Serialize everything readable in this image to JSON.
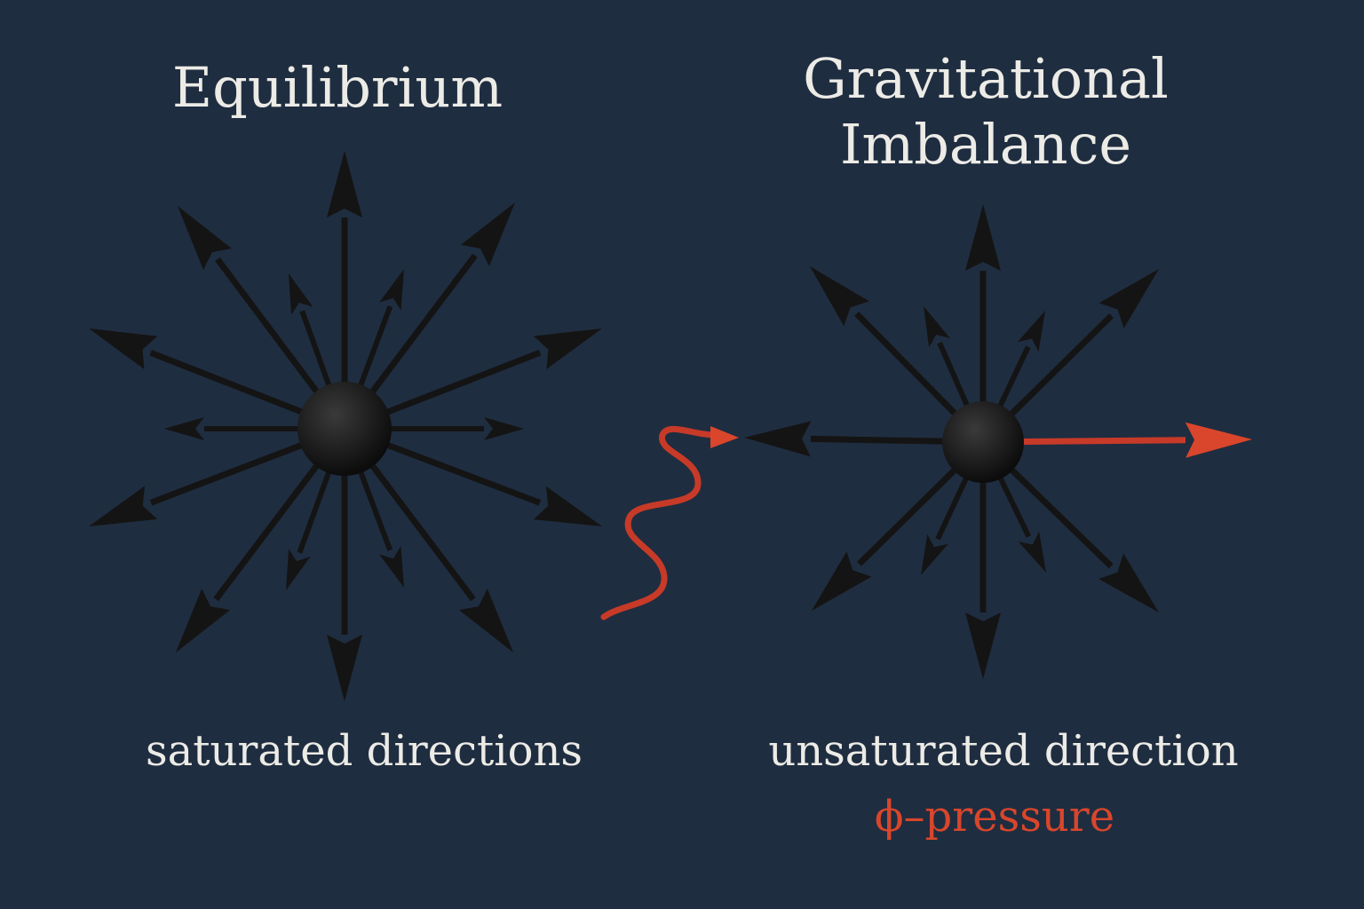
{
  "left_panel": {
    "title": "Equilibrium",
    "caption": "saturated directions"
  },
  "right_panel": {
    "title_line1": "Gravitational",
    "title_line2": "Imbalance",
    "caption": "unsaturated direction",
    "pressure_label": "ϕ–pressure"
  },
  "colors": {
    "background": "#1f2d40",
    "arrow": "#141414",
    "accent": "#d9462b",
    "text": "#ecebe6"
  }
}
